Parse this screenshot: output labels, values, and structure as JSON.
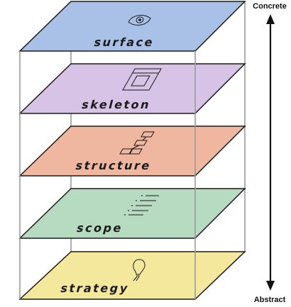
{
  "axis": {
    "top_label": "Concrete",
    "bottom_label": "Abstract"
  },
  "planes": [
    {
      "label": "surface",
      "fill": "#a9c1e6",
      "icon": "eye-icon"
    },
    {
      "label": "skeleton",
      "fill": "#d7c3e6",
      "icon": "wireframe-icon"
    },
    {
      "label": "structure",
      "fill": "#f0b7a0",
      "icon": "sitemap-icon"
    },
    {
      "label": "scope",
      "fill": "#b6dbc0",
      "icon": "list-icon"
    },
    {
      "label": "strategy",
      "fill": "#f3e89c",
      "icon": "lightbulb-icon"
    }
  ],
  "colors": {
    "outline": "#1a1a1a",
    "frame_post": "#9a9a9a"
  }
}
